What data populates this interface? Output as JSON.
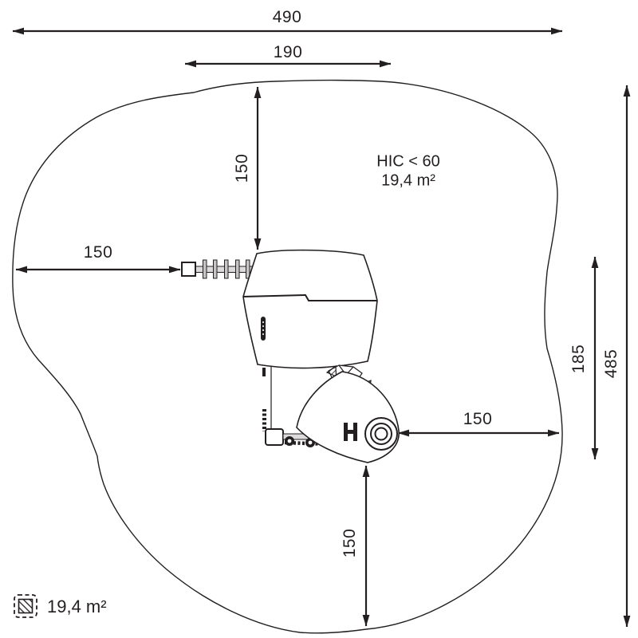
{
  "diagram": {
    "kind": "playground-equipment-safety-zone-plan",
    "colors": {
      "line": "#231f20",
      "background": "#ffffff",
      "fill_gray": "#dcdcdc"
    },
    "labels": {
      "total_width": "490",
      "upper_width": "190",
      "top_offset": "150",
      "left_offset": "150",
      "right_offset": "150",
      "bottom_offset": "150",
      "inner_height": "185",
      "total_height": "485"
    },
    "annotation": {
      "hic": "HIC < 60",
      "area": "19,4 m²"
    },
    "legend": {
      "icon": "hatched-area-icon",
      "area_label": "19,4 m²"
    }
  }
}
